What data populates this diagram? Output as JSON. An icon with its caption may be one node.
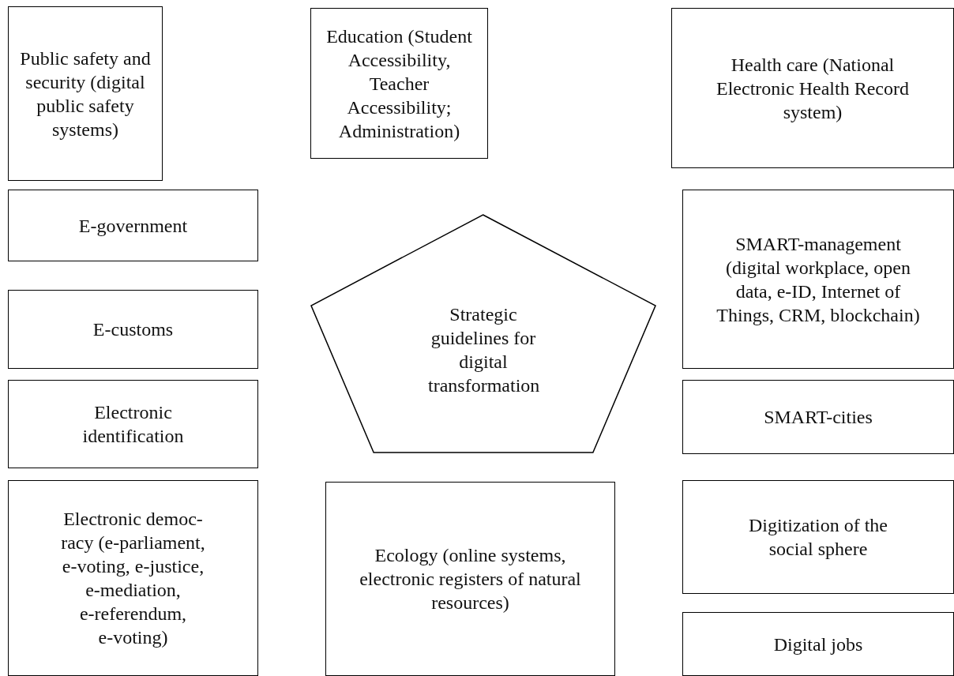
{
  "diagram": {
    "nodes": [
      {
        "text": [
          "Public safety and security (digital public safety systems)"
        ]
      },
      {
        "text": [
          "Education (Student Accessibility, Teacher Accessibility; Administration)"
        ]
      },
      {
        "text": [
          "Health care (National Electronic Health Record system)"
        ]
      },
      {
        "text": [
          "E-government"
        ]
      },
      {
        "text": [
          "SMART-management (digital workplace, open data, e-ID, Internet of Things, CRM, blockchain)"
        ]
      },
      {
        "text": [
          "Strategic guidelines for digital transformation"
        ]
      },
      {
        "text": [
          "E-customs"
        ]
      },
      {
        "text": [
          "Electronic identification"
        ]
      },
      {
        "text": [
          "SMART-cities"
        ]
      },
      {
        "text": [
          "Electronic democ- racy (e-parliament, e-voting, e-justice, e-mediation, e-referendum, e-voting)"
        ]
      },
      {
        "text": [
          "Ecology (online systems, electronic registers of natural resources)"
        ]
      },
      {
        "text": [
          "Digitization of the social sphere"
        ]
      },
      {
        "text": [
          "Digital jobs"
        ]
      }
    ]
  }
}
